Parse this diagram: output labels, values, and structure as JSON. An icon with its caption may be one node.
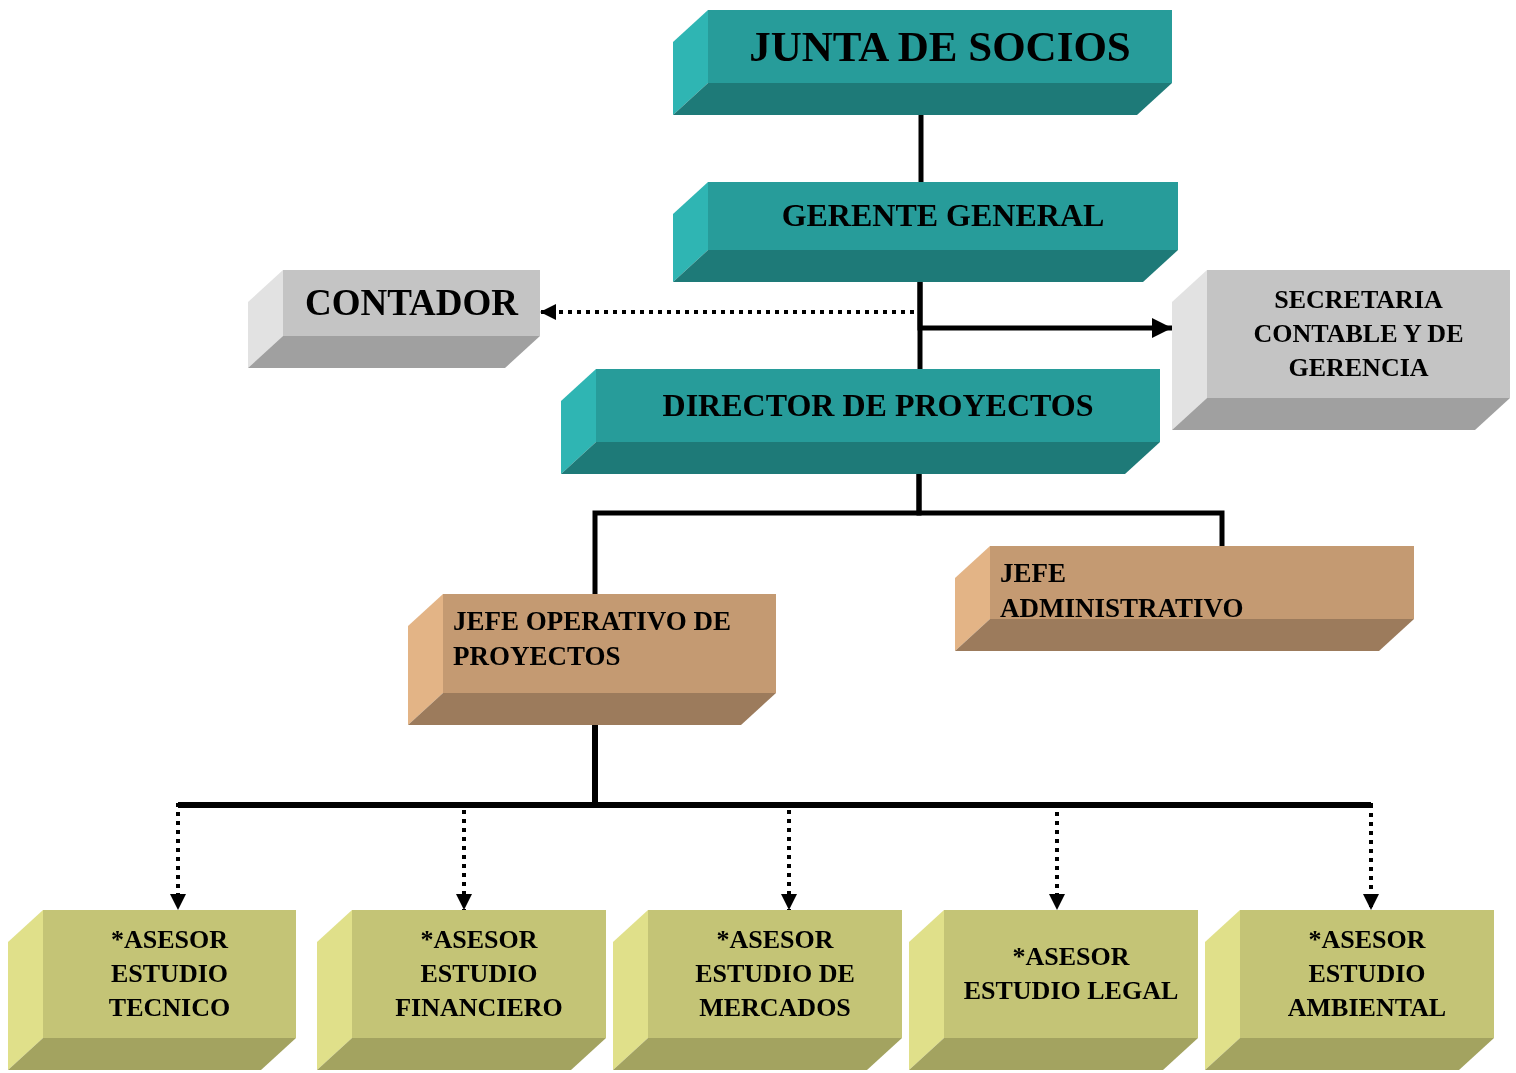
{
  "diagram": {
    "nodes": [
      {
        "text": [
          "JUNTA DE SOCIOS"
        ]
      },
      {
        "text": [
          "GERENTE GENERAL"
        ]
      },
      {
        "text": [
          "CONTADOR"
        ]
      },
      {
        "text": [
          "SECRETARIA CONTABLE Y DE GERENCIA"
        ]
      },
      {
        "text": [
          "DIRECTOR DE PROYECTOS"
        ]
      },
      {
        "text": [
          "JEFE OPERATIVO DE PROYECTOS"
        ]
      },
      {
        "text": [
          "JEFE ADMINISTRATIVO"
        ]
      },
      {
        "text": [
          "*ASESOR ESTUDIO TECNICO"
        ]
      },
      {
        "text": [
          "*ASESOR ESTUDIO FINANCIERO"
        ]
      },
      {
        "text": [
          "*ASESOR ESTUDIO DE MERCADOS"
        ]
      },
      {
        "text": [
          "*ASESOR ESTUDIO LEGAL"
        ]
      },
      {
        "text": [
          "*ASESOR ESTUDIO AMBIENTAL"
        ]
      }
    ],
    "edges": [
      {
        "from": 0,
        "to": 1,
        "arrow": "none"
      },
      {
        "from": 1,
        "to": 2,
        "arrow": "to",
        "style": "dashed"
      },
      {
        "from": 1,
        "to": 3,
        "arrow": "to"
      },
      {
        "from": 1,
        "to": 4,
        "arrow": "none"
      },
      {
        "from": 4,
        "to": 5,
        "arrow": "none"
      },
      {
        "from": 4,
        "to": 6,
        "arrow": "none"
      },
      {
        "from": 5,
        "to": 7,
        "arrow": "to",
        "style": "dashed"
      },
      {
        "from": 5,
        "to": 8,
        "arrow": "to",
        "style": "dashed"
      },
      {
        "from": 5,
        "to": 9,
        "arrow": "to",
        "style": "dashed"
      },
      {
        "from": 5,
        "to": 10,
        "arrow": "to",
        "style": "dashed"
      },
      {
        "from": 5,
        "to": 11,
        "arrow": "to",
        "style": "dashed"
      }
    ]
  }
}
